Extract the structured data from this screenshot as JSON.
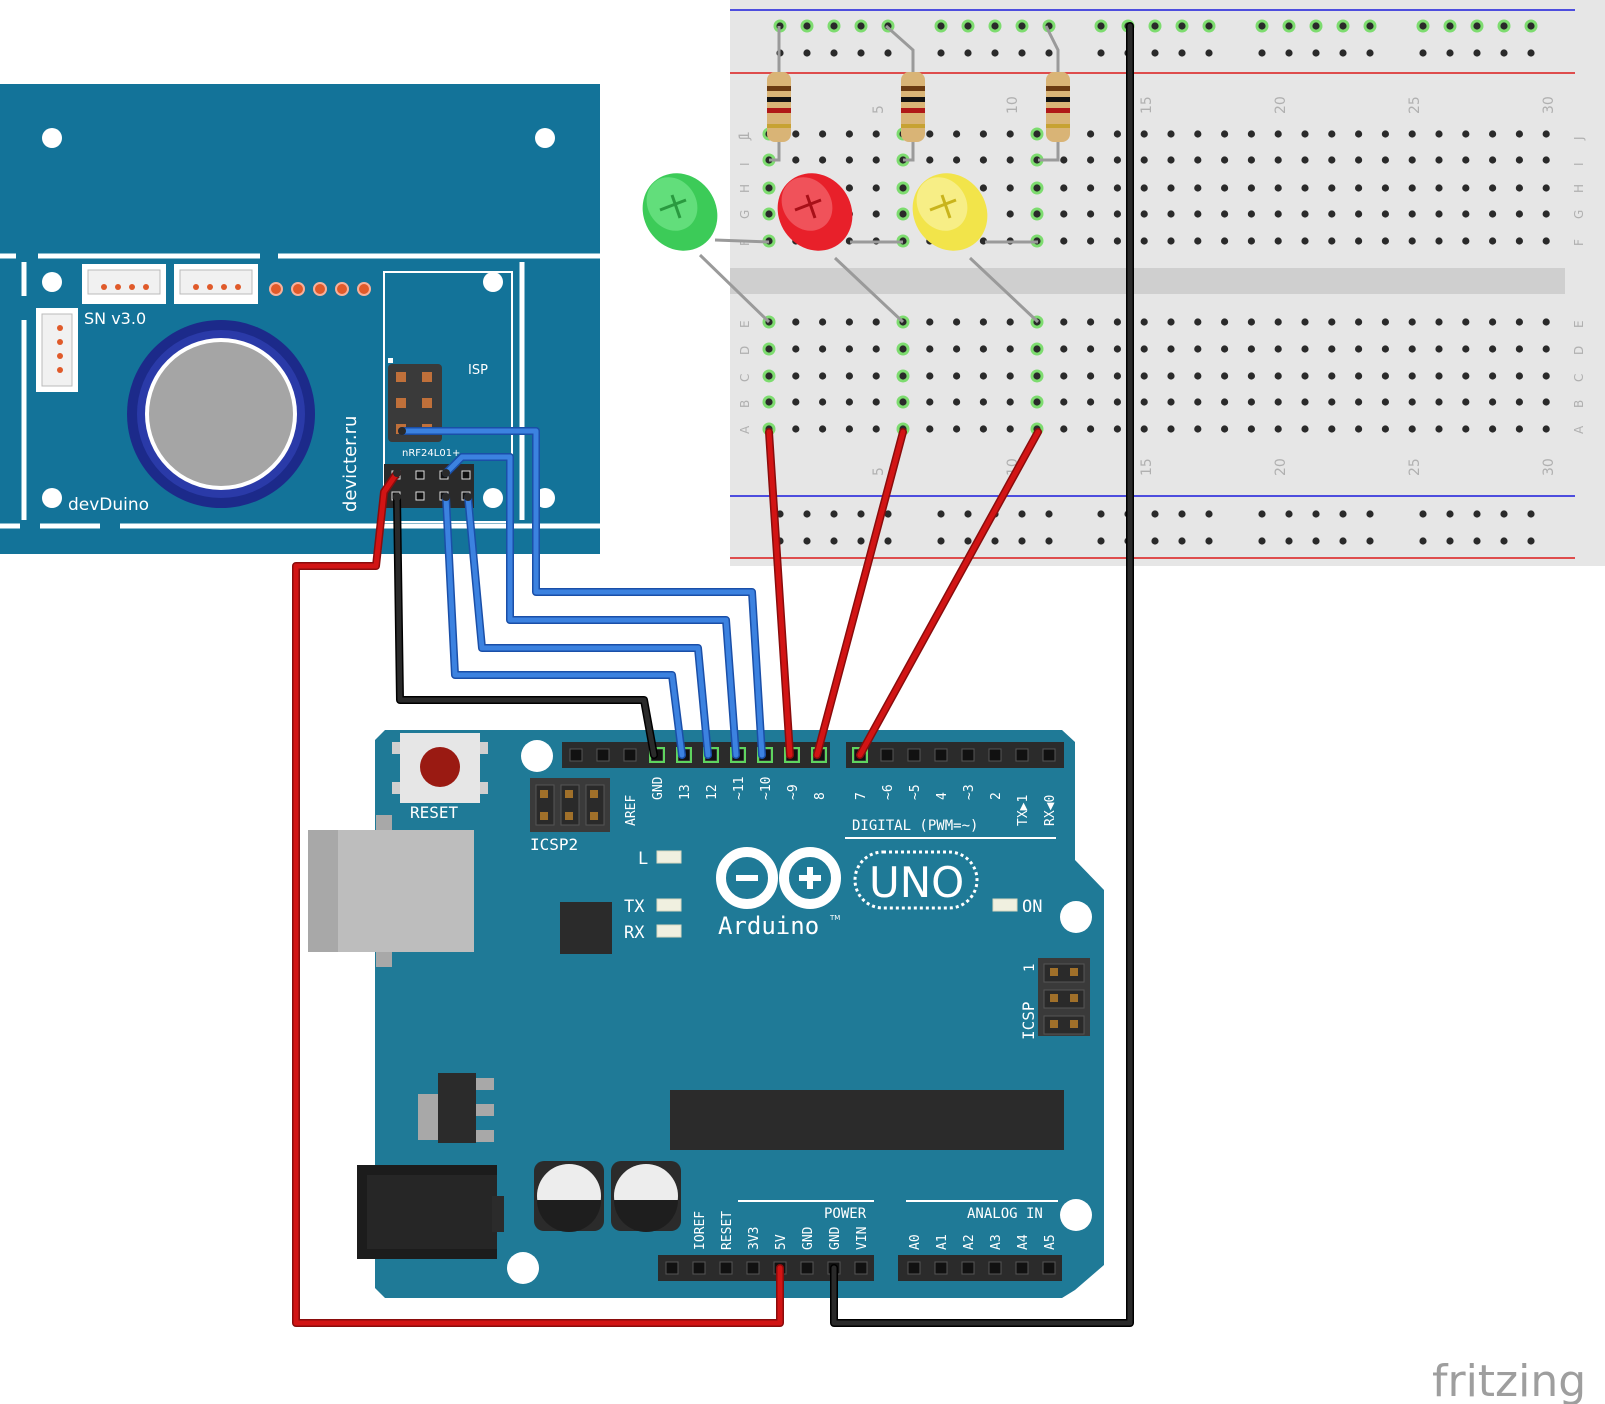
{
  "colors": {
    "devduino_board": "#137399",
    "arduino_board": "#1f7a97",
    "breadboard": "#e6e6e6",
    "wire_red": "#c01010",
    "wire_black": "#1a1a1a",
    "wire_blue": "#2d6fd2",
    "led_green": "#3ccb58",
    "led_red": "#e8202a",
    "led_yellow": "#f2e44a",
    "rail_blue": "#1a1adc",
    "rail_red": "#dc1a1a"
  },
  "devduino": {
    "name": "devDuino",
    "version": "SN v3.0",
    "site": "devicter.ru",
    "isp": "ISP",
    "radio": "nRF24L01+"
  },
  "breadboard": {
    "column_numbers": [
      "5",
      "10",
      "15",
      "20",
      "25",
      "30"
    ],
    "row_letters_top": [
      "J",
      "I",
      "H",
      "G",
      "F"
    ],
    "row_letters_bottom": [
      "E",
      "D",
      "C",
      "B",
      "A"
    ],
    "row_one": "1"
  },
  "arduino": {
    "reset": "RESET",
    "icsp2": "ICSP2",
    "icsp": "ICSP",
    "icsp_pin1": "1",
    "digital_label": "DIGITAL (PWM=~)",
    "digital_pins": [
      "AREF",
      "GND",
      "13",
      "12",
      "~11",
      "~10",
      "~9",
      "8",
      "7",
      "~6",
      "~5",
      "4",
      "~3",
      "2",
      "TX▶1",
      "RX◀0"
    ],
    "led_l": "L",
    "led_tx": "TX",
    "led_rx": "RX",
    "led_on": "ON",
    "logo_uno": "UNO",
    "logo_arduino": "Arduino",
    "tm": "TM",
    "power_label": "POWER",
    "power_pins": [
      "IOREF",
      "RESET",
      "3V3",
      "5V",
      "GND",
      "GND",
      "VIN"
    ],
    "analog_label": "ANALOG IN",
    "analog_pins": [
      "A0",
      "A1",
      "A2",
      "A3",
      "A4",
      "A5"
    ]
  },
  "watermark": "fritzing"
}
